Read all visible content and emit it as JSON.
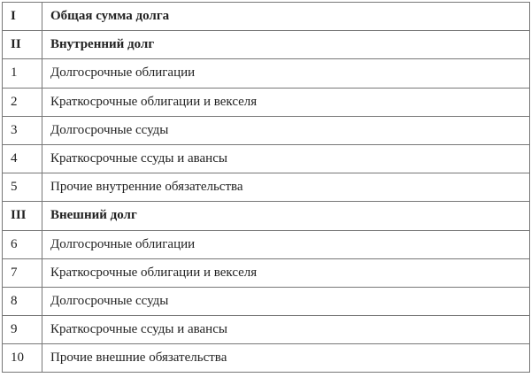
{
  "rows": [
    {
      "num": "I",
      "label": "Общая сумма долга",
      "bold": true
    },
    {
      "num": "II",
      "label": "Внутренний долг",
      "bold": true
    },
    {
      "num": "1",
      "label": "Долгосрочные облигации",
      "bold": false
    },
    {
      "num": "2",
      "label": "Краткосрочные облигации и векселя",
      "bold": false
    },
    {
      "num": "3",
      "label": "Долгосрочные ссуды",
      "bold": false
    },
    {
      "num": "4",
      "label": "Краткосрочные ссуды и авансы",
      "bold": false
    },
    {
      "num": "5",
      "label": "Прочие внутренние обязательства",
      "bold": false
    },
    {
      "num": "III",
      "label": "Внешний долг",
      "bold": true
    },
    {
      "num": "6",
      "label": "Долгосрочные облигации",
      "bold": false
    },
    {
      "num": "7",
      "label": "Краткосрочные облигации и векселя",
      "bold": false
    },
    {
      "num": "8",
      "label": "Долгосрочные ссуды",
      "bold": false
    },
    {
      "num": "9",
      "label": "Краткосрочные ссуды и авансы",
      "bold": false
    },
    {
      "num": "10",
      "label": "Прочие внешние обязательства",
      "bold": false
    }
  ]
}
